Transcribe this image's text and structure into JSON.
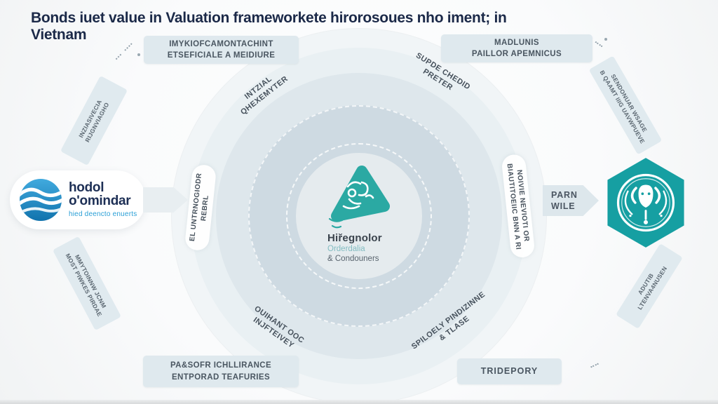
{
  "title": "Bonds iuet value in Valuation frameworkete hirorosoues nho iment; in Vietnam",
  "colors": {
    "accent_teal": "#2ba9a3",
    "hexagon_teal": "#169fa2",
    "title_navy": "#1b2948",
    "logo_blue": "#2a9fd6",
    "box_bg": "#dfe9ee",
    "label_text": "#4a5661"
  },
  "logo": {
    "name_line1": "hodol",
    "name_line2": "o'omindar",
    "tagline": "hied deencto enuerts"
  },
  "center": {
    "title": "Hiřegnolor",
    "subtitle": "Orderdalia",
    "subtitle2": "& Condouners"
  },
  "boxes": {
    "top_left": {
      "line1": "IMYKIOFCAMONTACHINT",
      "line2": "ETSEFICIALE A MEIDIURE"
    },
    "top_right": {
      "line1": "MADLUNIS",
      "line2": "PAILLOR APEMNICUS"
    },
    "bottom_left": {
      "line1": "PA&SOFR ICHLLIRANCE",
      "line2": "ENTPORAD TEAFURIES"
    },
    "bottom_right": {
      "line1": "TRIDEPORY"
    }
  },
  "ring_labels": {
    "top_left": {
      "line1": "INTZIAL",
      "line2": "QHEXEMYTER"
    },
    "top_right": {
      "line1": "SUPDE CHEDID",
      "line2": "PRETER"
    },
    "left": {
      "line1": "EL UNTRNOGIODR",
      "line2": "REBRL"
    },
    "right": {
      "line1": "NOIVIE NEVIOTI OR",
      "line2": "BIAUTITOEIIC BNN A RI"
    },
    "bottom_left": {
      "line1": "OUIHANT OOC",
      "line2": "INJFTEIVEY"
    },
    "bottom_right": {
      "line1": "SPILOELY PINDIZINNE",
      "line2": "& TLASE"
    }
  },
  "outer_bands": {
    "top_left": {
      "line1": "INZIASIVECIA",
      "line2": "RIJGNVIAGHO"
    },
    "top_right": {
      "line1": "SENDONUAR WSAGE",
      "line2": "B QAAMT IIIG UAVWPUEVE"
    },
    "bottom_left": {
      "line1": "MMYTOINNW JCNM",
      "line2": "MOST PIWKES PIRDAE"
    },
    "bottom_right": {
      "line1": "ADUTIB",
      "line2": "LTENVA4NUSEN"
    }
  },
  "flow_arrow": {
    "line1": "PARN",
    "line2": "WILE"
  }
}
